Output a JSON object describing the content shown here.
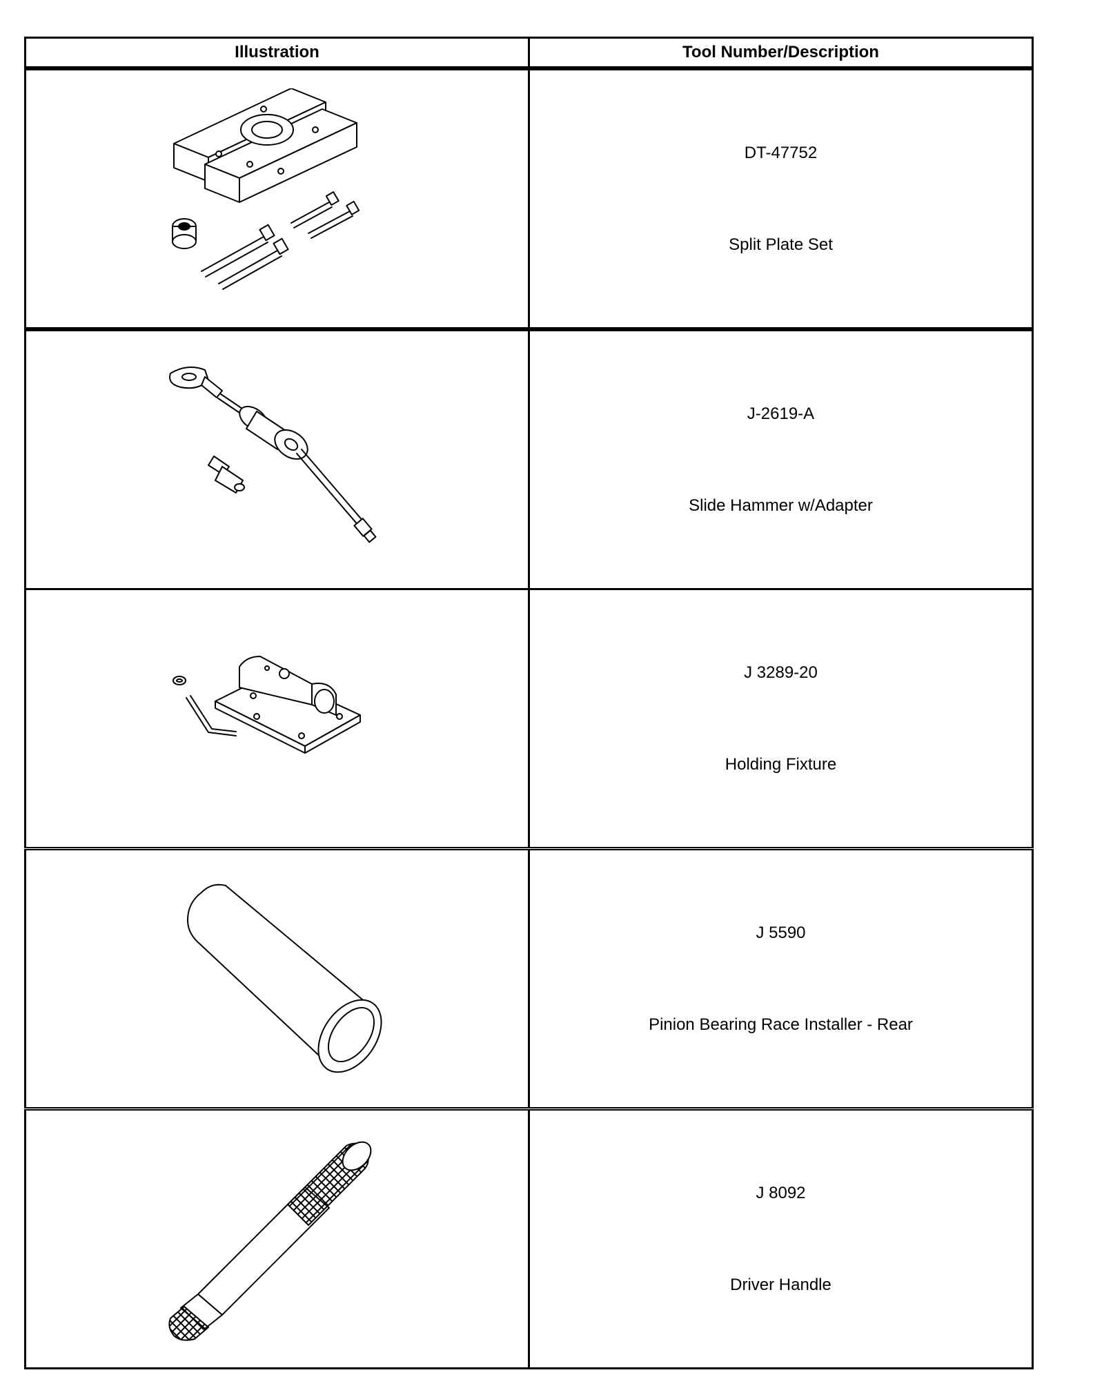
{
  "table": {
    "headers": {
      "illustration": "Illustration",
      "tool": "Tool Number/Description"
    },
    "rows": [
      {
        "number": "DT-47752",
        "description": "Split Plate Set",
        "icon": "split-plate-set-illustration"
      },
      {
        "number": "J-2619-A",
        "description": "Slide Hammer w/Adapter",
        "icon": "slide-hammer-illustration"
      },
      {
        "number": "J 3289-20",
        "description": "Holding Fixture",
        "icon": "holding-fixture-illustration"
      },
      {
        "number": "J 5590",
        "description": "Pinion Bearing Race Installer - Rear",
        "icon": "race-installer-illustration"
      },
      {
        "number": "J 8092",
        "description": "Driver Handle",
        "icon": "driver-handle-illustration"
      }
    ]
  }
}
